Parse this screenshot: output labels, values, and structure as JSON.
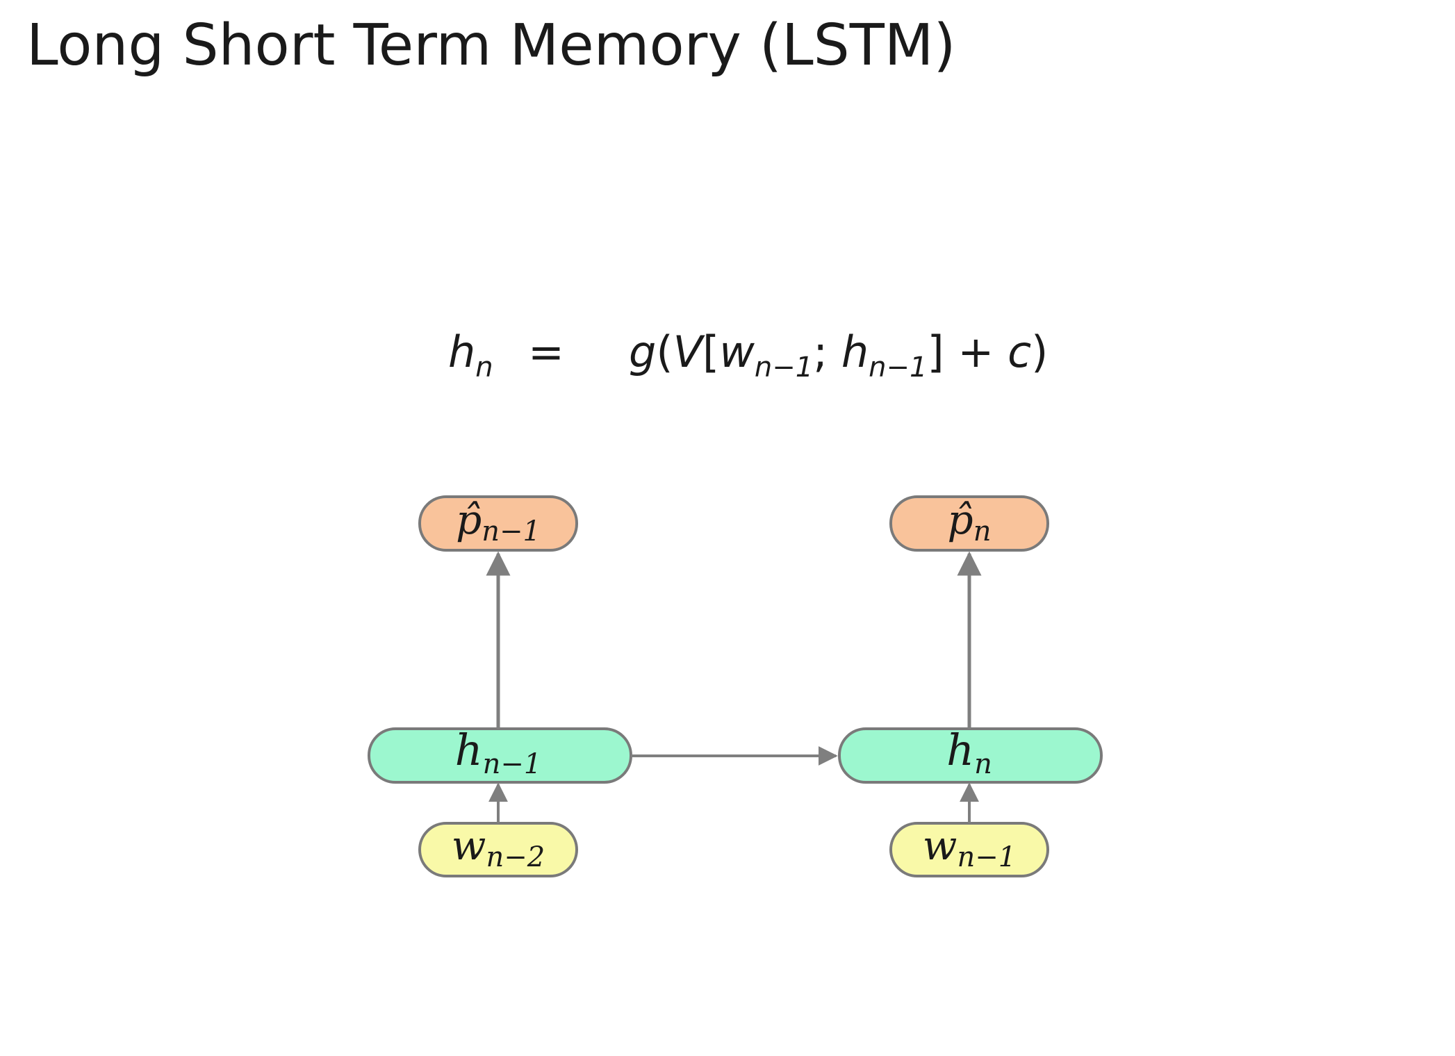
{
  "slide": {
    "title": "Long Short Term Memory (LSTM)"
  },
  "equation": {
    "lhs": {
      "base": "h",
      "sub": "n"
    },
    "sign": "=",
    "rhs": {
      "fn": "g",
      "open_paren": "(",
      "matrix": "V",
      "open_bracket": "[",
      "term1": {
        "base": "w",
        "sub": "n−1"
      },
      "separator": ";",
      "term2": {
        "base": "h",
        "sub": "n−1"
      },
      "close_bracket": "]",
      "plus": "+",
      "bias": "c",
      "close_paren": ")"
    }
  },
  "diagram": {
    "colors": {
      "output": "#f9c39b",
      "hidden": "#9cf7cf",
      "input": "#f9f9a8",
      "stroke": "#7a7a7a",
      "arrow": "#7f7f7f"
    },
    "columns": [
      {
        "output": {
          "base": "p̂",
          "sub": "n−1"
        },
        "hidden": {
          "base": "h",
          "sub": "n−1"
        },
        "input": {
          "base": "w",
          "sub": "n−2"
        }
      },
      {
        "output": {
          "base": "p̂",
          "sub": "n"
        },
        "hidden": {
          "base": "h",
          "sub": "n"
        },
        "input": {
          "base": "w",
          "sub": "n−1"
        }
      }
    ]
  }
}
